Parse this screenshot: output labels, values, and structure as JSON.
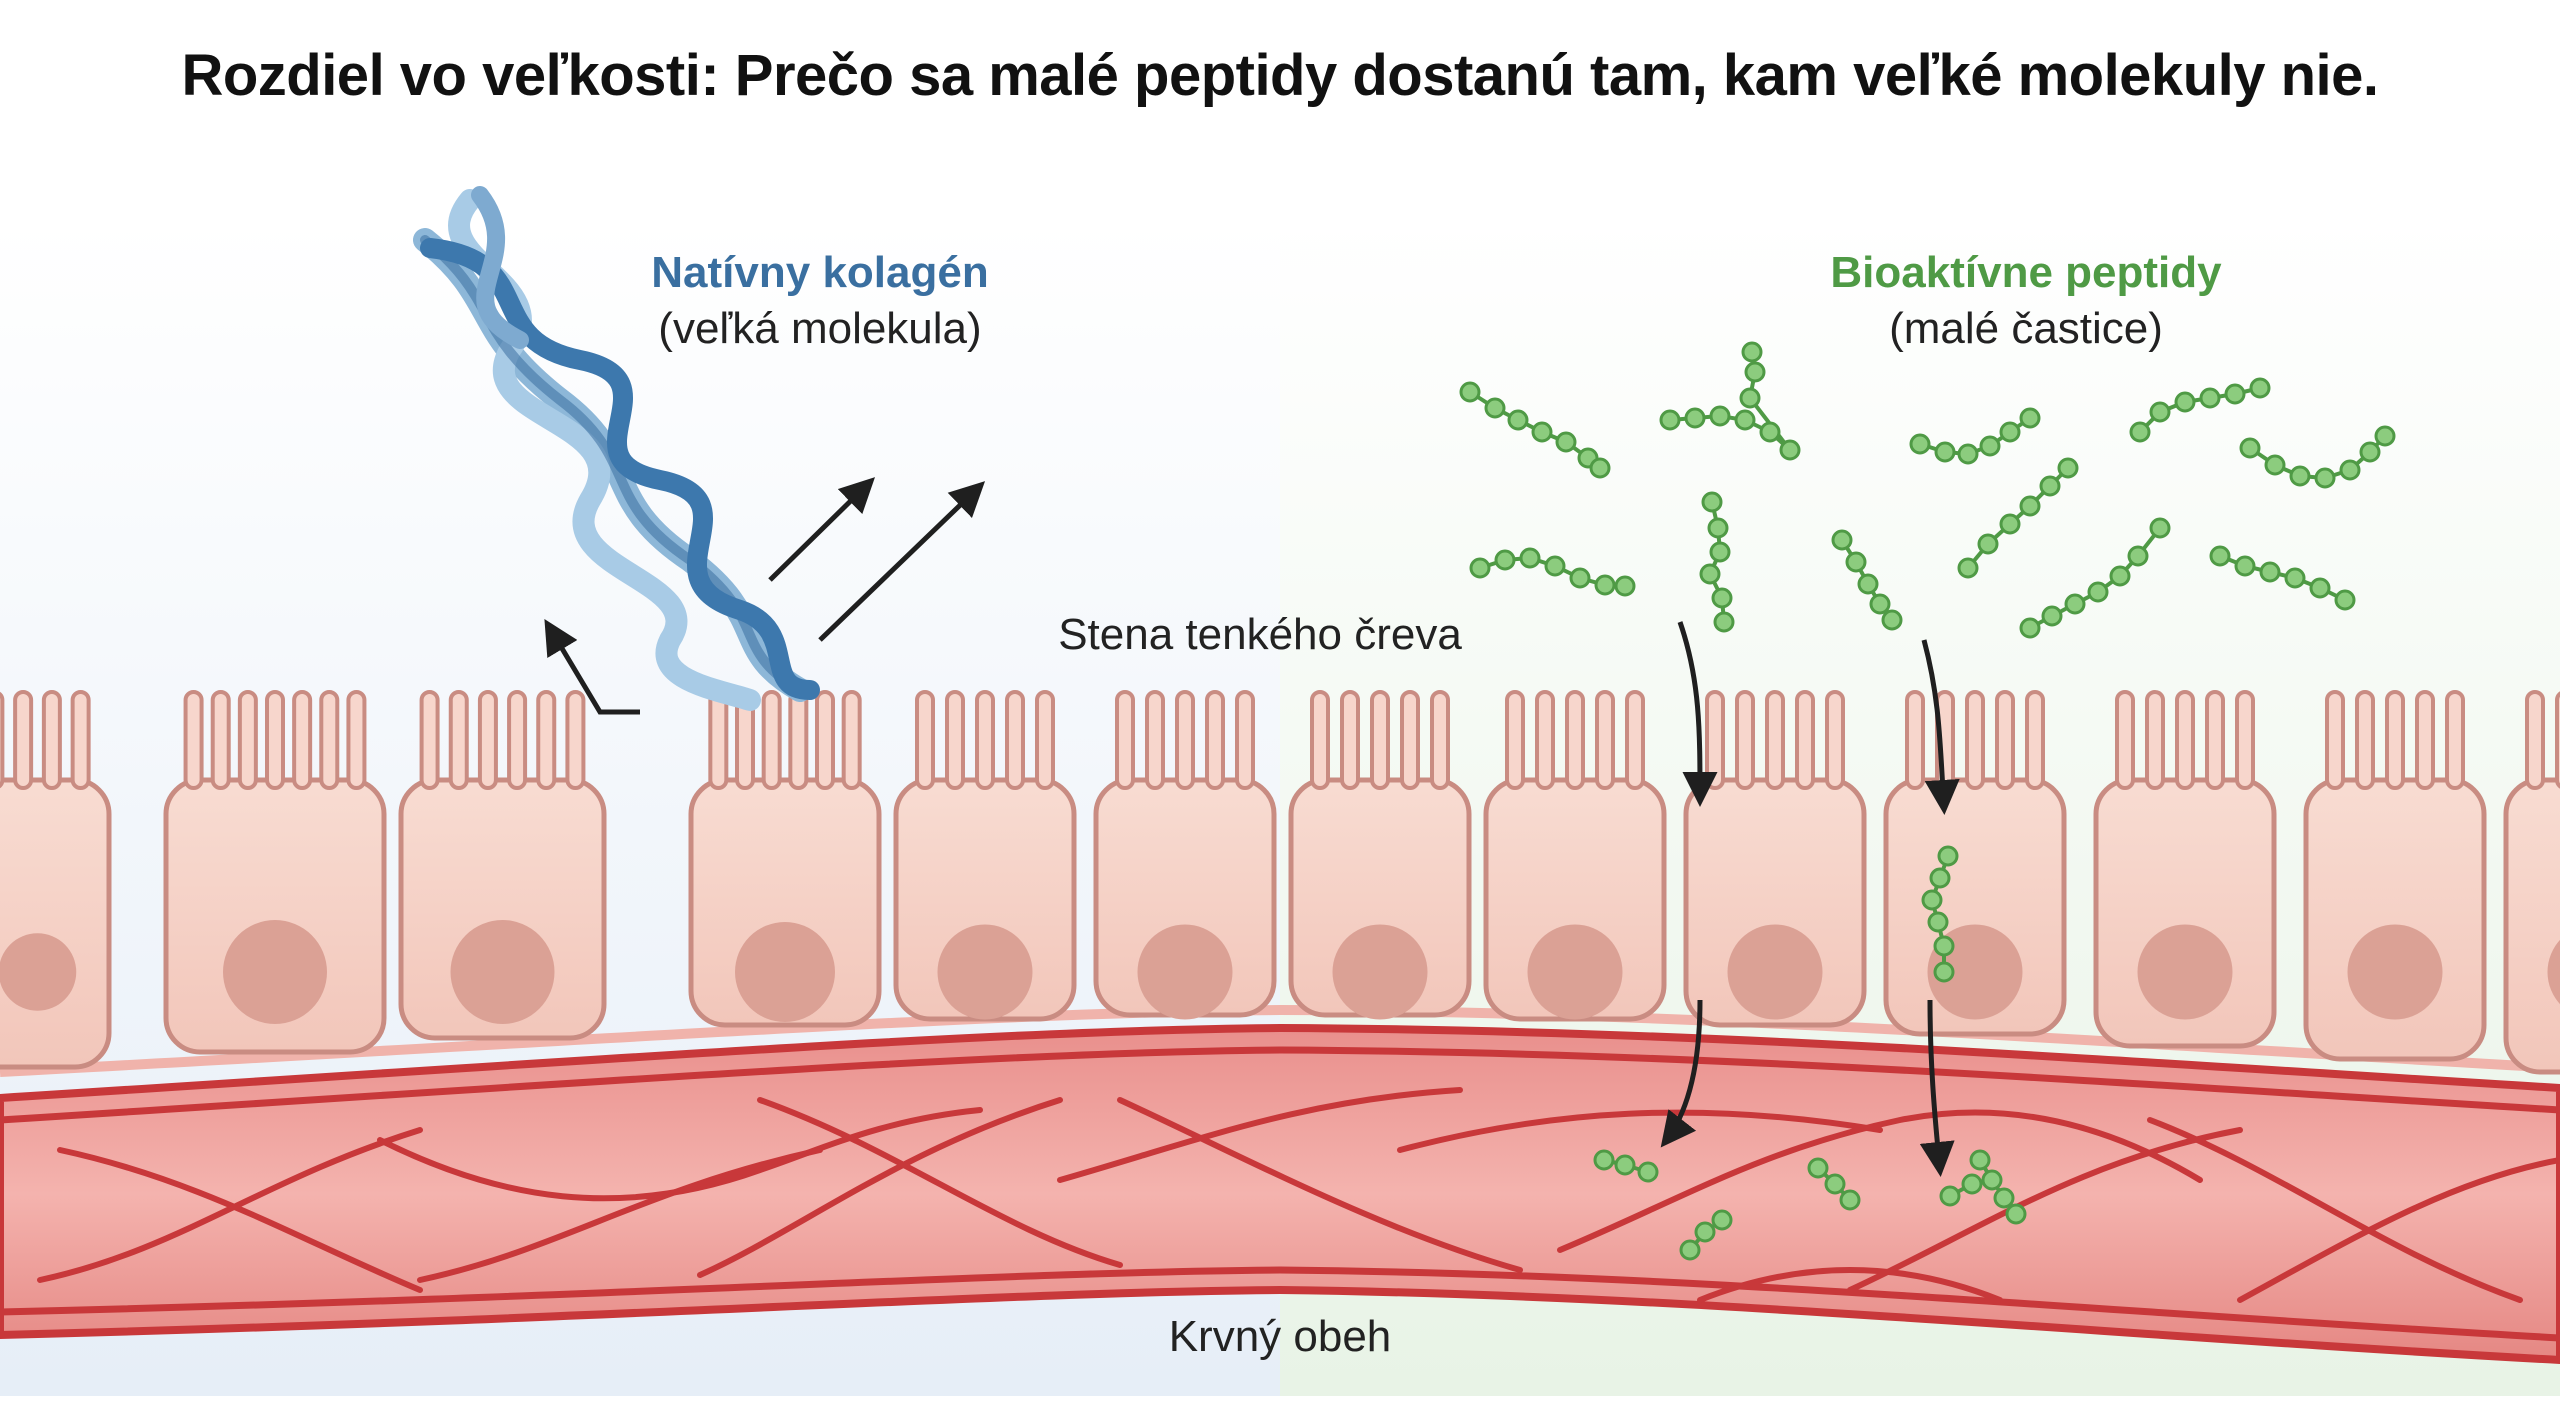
{
  "title": "Rozdiel vo veľkosti: Prečo sa malé peptidy dostanú tam, kam veľké molekuly nie.",
  "collagen": {
    "name": "Natívny kolagén",
    "desc": "(veľká molekula)",
    "color": "#3a6fa0"
  },
  "peptides": {
    "name": "Bioaktívne peptidy",
    "desc": "(malé častice)",
    "color": "#4f9a45"
  },
  "intestine_label": "Stena tenkého čreva",
  "blood_label": "Krvný obeh",
  "colors": {
    "cell_fill": "#f5cfc4",
    "cell_stroke": "#c98c82",
    "nucleus": "#dba195",
    "vessel": "#c8383a",
    "vessel_light": "#f1a8a4",
    "left_bg": "#e7eff7",
    "right_bg": "#eaf4e8"
  }
}
